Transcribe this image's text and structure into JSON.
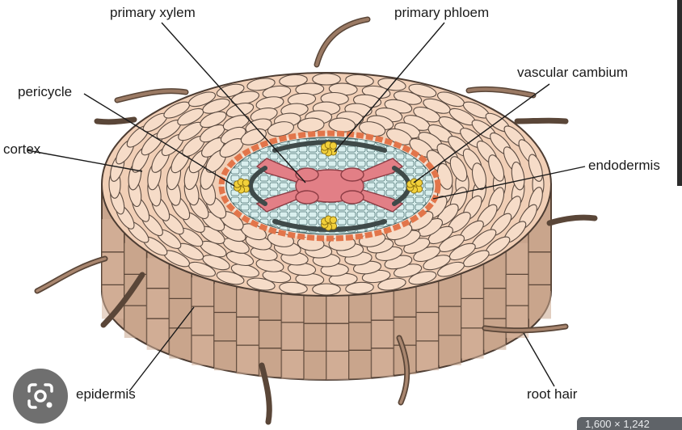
{
  "labels": {
    "primary_xylem": "primary xylem",
    "primary_phloem": "primary phloem",
    "vascular_cambium": "vascular cambium",
    "pericycle": "pericycle",
    "cortex": "cortex",
    "endodermis": "endodermis",
    "epidermis": "epidermis",
    "root_hair": "root hair"
  },
  "overlay": {
    "lens_icon": "google-lens-icon",
    "corner_text": "1,600 × 1,242"
  },
  "colors": {
    "cortex_cell": "#f6dcc8",
    "cell_outline": "#5a4a40",
    "epidermis_side": "#c9a58d",
    "epidermis_dark": "#a57e64",
    "endodermis": "#e2754a",
    "pericycle": "#d9efee",
    "xylem": "#e27f86",
    "cambium": "#3f4a49",
    "phloem": "#f2d03a",
    "root_hair": "#7d6050"
  }
}
